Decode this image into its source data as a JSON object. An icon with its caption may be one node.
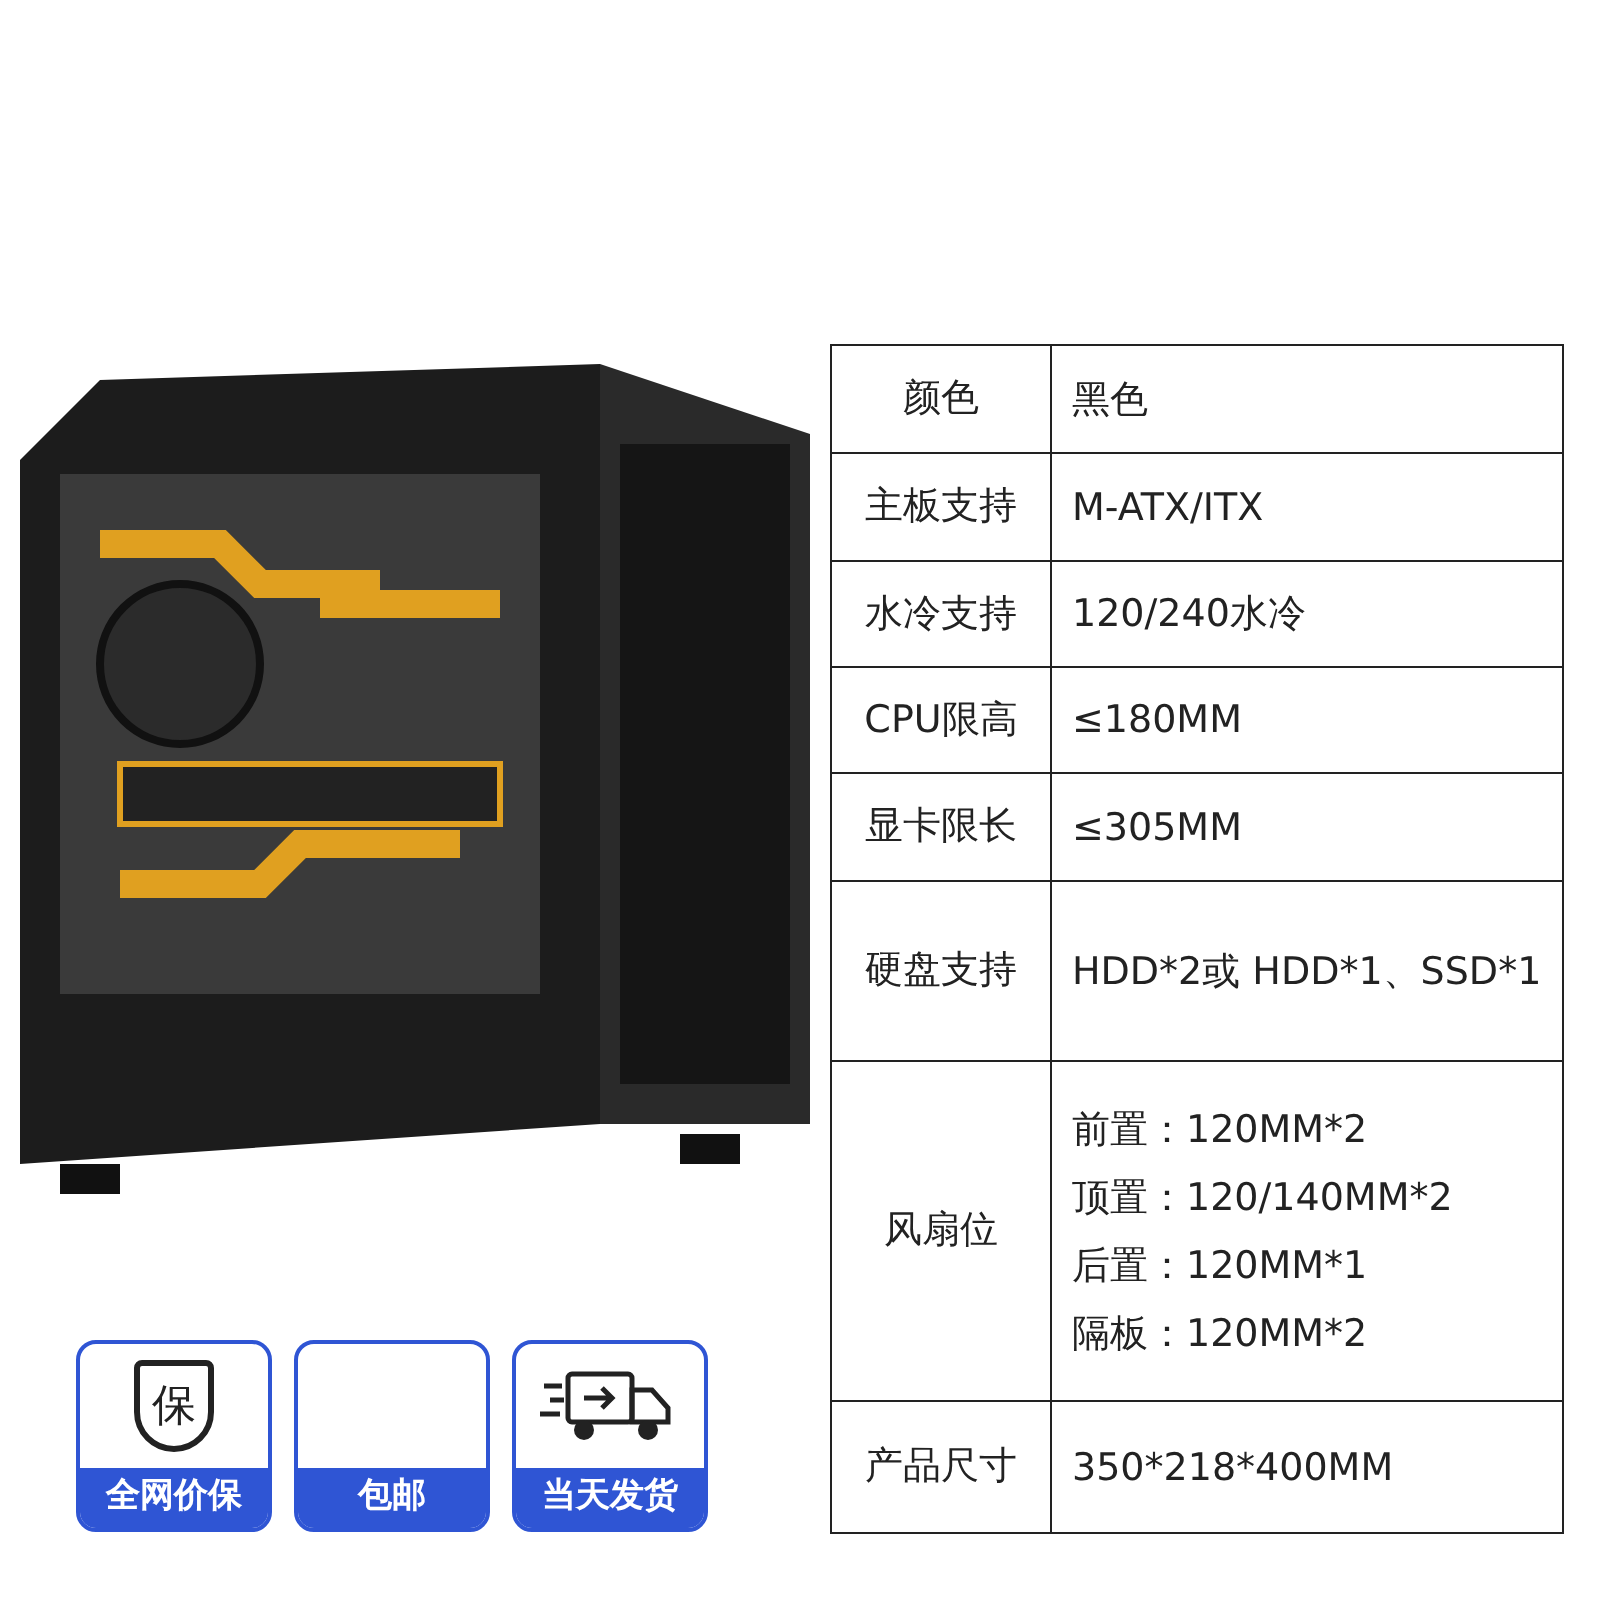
{
  "diagram": {
    "labels": [
      "颜色",
      "黑色",
      "主板支持",
      "M-ATX/ITX",
      "水冷支持",
      "120/240水冷",
      "CPU限高",
      "≤180MM",
      "显卡限长",
      "≤305MM",
      "硬盘支持",
      "HDD*2或 HDD*1、SSD*1",
      "风扇位",
      "前置：120MM*2",
      "顶置：120/140MM*2",
      "后置：120MM*1",
      "隔板：120MM*2",
      "产品尺寸",
      "350*218*400MM",
      "保",
      "全网价保",
      "包邮",
      "当天发货"
    ]
  }
}
